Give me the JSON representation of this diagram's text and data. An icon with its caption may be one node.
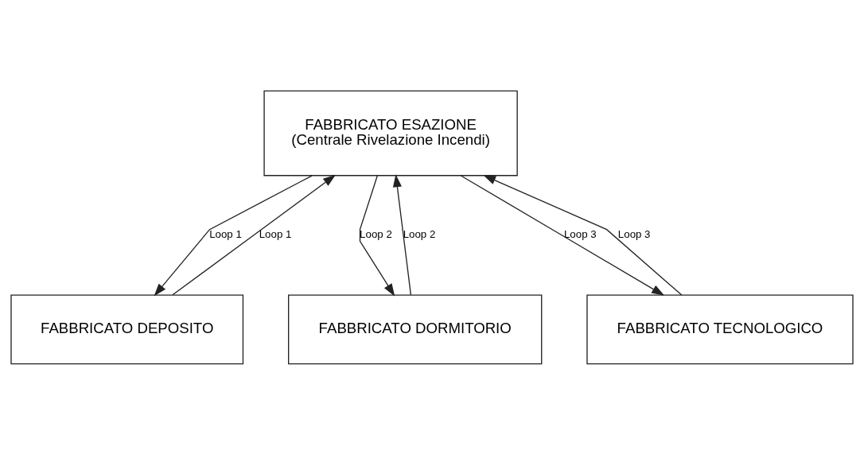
{
  "diagram": {
    "nodes": [
      {
        "text": [
          "FABBRICATO ESAZIONE",
          "(Centrale Rivelazione Incendi)"
        ]
      },
      {
        "text": [
          "FABBRICATO DEPOSITO"
        ]
      },
      {
        "text": [
          "FABBRICATO DORMITORIO"
        ]
      },
      {
        "text": [
          "FABBRICATO TECNOLOGICO"
        ]
      }
    ],
    "edges": [
      {
        "from": 1,
        "to": 0,
        "arrow": "to",
        "label": "Loop 1"
      },
      {
        "from": 0,
        "to": 1,
        "arrow": "to",
        "label": "Loop 1"
      },
      {
        "from": 2,
        "to": 0,
        "arrow": "to",
        "label": "Loop 2"
      },
      {
        "from": 0,
        "to": 2,
        "arrow": "to",
        "label": "Loop 2"
      },
      {
        "from": 0,
        "to": 3,
        "arrow": "to",
        "label": "Loop 3"
      },
      {
        "from": 3,
        "to": 0,
        "arrow": "to",
        "label": "Loop 3"
      }
    ]
  }
}
